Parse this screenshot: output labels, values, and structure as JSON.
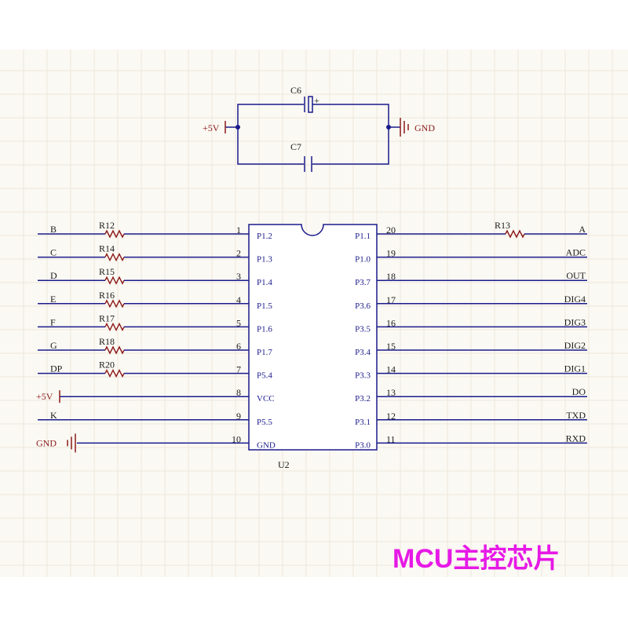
{
  "title": "MCU主控芯片",
  "chip": {
    "designator": "U2",
    "left_pins": [
      {
        "num": "1",
        "name": "P1.2",
        "net": "B",
        "resistor": "R12"
      },
      {
        "num": "2",
        "name": "P1.3",
        "net": "C",
        "resistor": "R14"
      },
      {
        "num": "3",
        "name": "P1.4",
        "net": "D",
        "resistor": "R15"
      },
      {
        "num": "4",
        "name": "P1.5",
        "net": "E",
        "resistor": "R16"
      },
      {
        "num": "5",
        "name": "P1.6",
        "net": "F",
        "resistor": "R17"
      },
      {
        "num": "6",
        "name": "P1.7",
        "net": "G",
        "resistor": "R18"
      },
      {
        "num": "7",
        "name": "P5.4",
        "net": "DP",
        "resistor": "R20"
      },
      {
        "num": "8",
        "name": "VCC",
        "net": "+5V",
        "resistor": ""
      },
      {
        "num": "9",
        "name": "P5.5",
        "net": "K",
        "resistor": ""
      },
      {
        "num": "10",
        "name": "GND",
        "net": "GND",
        "resistor": ""
      }
    ],
    "right_pins": [
      {
        "num": "20",
        "name": "P1.1",
        "net": "A",
        "resistor": "R13"
      },
      {
        "num": "19",
        "name": "P1.0",
        "net": "ADC",
        "resistor": ""
      },
      {
        "num": "18",
        "name": "P3.7",
        "net": "OUT",
        "resistor": ""
      },
      {
        "num": "17",
        "name": "P3.6",
        "net": "DIG4",
        "resistor": ""
      },
      {
        "num": "16",
        "name": "P3.5",
        "net": "DIG3",
        "resistor": ""
      },
      {
        "num": "15",
        "name": "P3.4",
        "net": "DIG2",
        "resistor": ""
      },
      {
        "num": "14",
        "name": "P3.3",
        "net": "DIG1",
        "resistor": ""
      },
      {
        "num": "13",
        "name": "P3.2",
        "net": "DO",
        "resistor": ""
      },
      {
        "num": "12",
        "name": "P3.1",
        "net": "TXD",
        "resistor": ""
      },
      {
        "num": "11",
        "name": "P3.0",
        "net": "RXD",
        "resistor": ""
      }
    ]
  },
  "decoupling": {
    "c_top": "C6",
    "c_bottom": "C7",
    "plus_mark": "+",
    "vcc_label": "+5V",
    "gnd_label": "GND"
  },
  "colors": {
    "wire": "#1a1a8c",
    "power": "#8b1a1a",
    "title": "#e619e6",
    "sheet": "#fbf9f3"
  }
}
